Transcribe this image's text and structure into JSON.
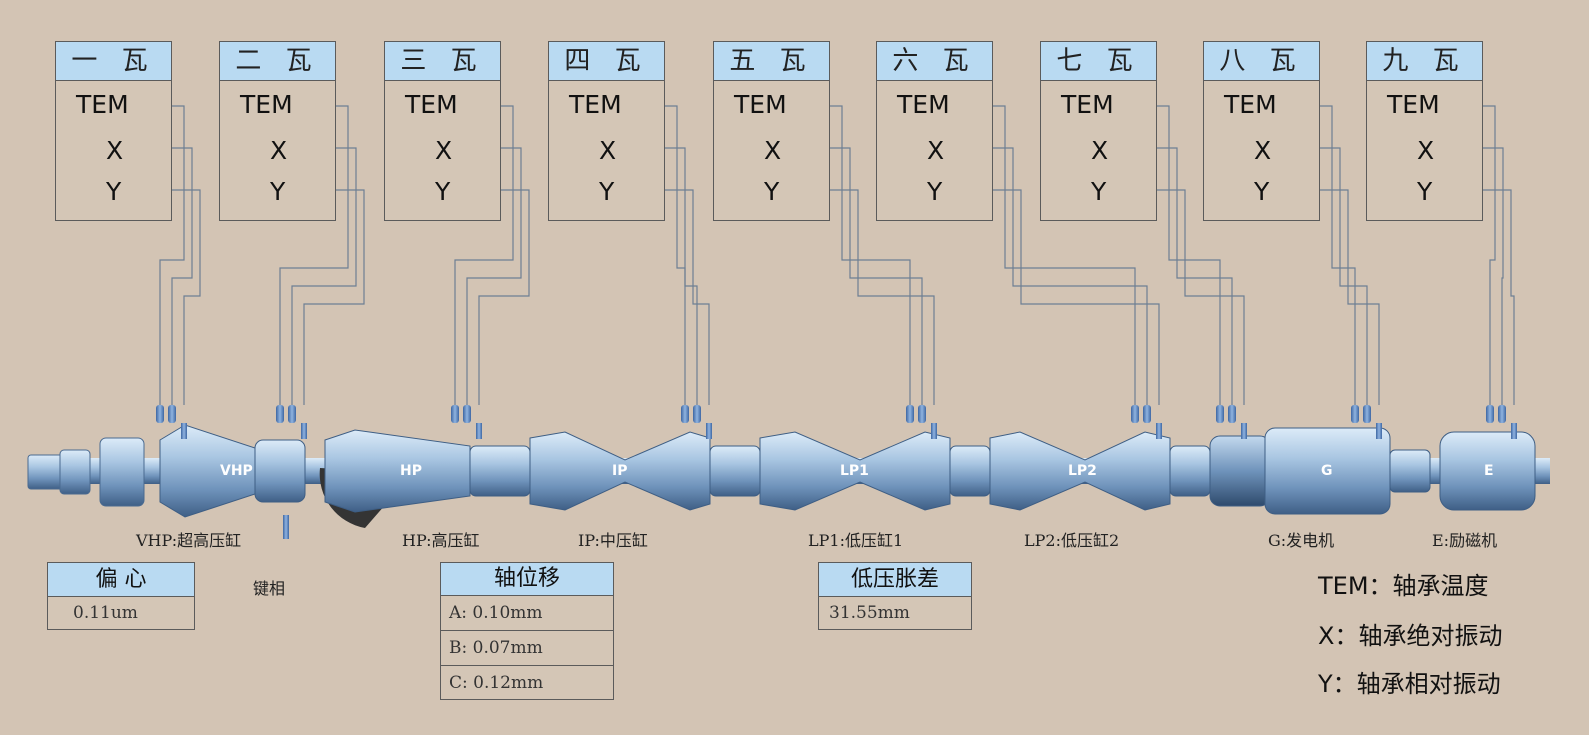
{
  "bearings": [
    {
      "title": "一 瓦",
      "tem": "TEM",
      "x": "X",
      "y": "Y"
    },
    {
      "title": "二 瓦",
      "tem": "TEM",
      "x": "X",
      "y": "Y"
    },
    {
      "title": "三 瓦",
      "tem": "TEM",
      "x": "X",
      "y": "Y"
    },
    {
      "title": "四 瓦",
      "tem": "TEM",
      "x": "X",
      "y": "Y"
    },
    {
      "title": "五 瓦",
      "tem": "TEM",
      "x": "X",
      "y": "Y"
    },
    {
      "title": "六 瓦",
      "tem": "TEM",
      "x": "X",
      "y": "Y"
    },
    {
      "title": "七 瓦",
      "tem": "TEM",
      "x": "X",
      "y": "Y"
    },
    {
      "title": "八 瓦",
      "tem": "TEM",
      "x": "X",
      "y": "Y"
    },
    {
      "title": "九 瓦",
      "tem": "TEM",
      "x": "X",
      "y": "Y"
    }
  ],
  "shaft_labels": {
    "vhp": "VHP",
    "hp": "HP",
    "ip": "IP",
    "lp1": "LP1",
    "lp2": "LP2",
    "g": "G",
    "e": "E"
  },
  "section_labels": {
    "vhp": "VHP:超高压缸",
    "hp": "HP:高压缸",
    "ip": "IP:中压缸",
    "lp1": "LP1:低压缸1",
    "lp2": "LP2:低压缸2",
    "g": "G:发电机",
    "e": "E:励磁机"
  },
  "key_phase": "键相",
  "eccentricity": {
    "title": "偏  心",
    "value": "0.11um"
  },
  "axial": {
    "title": "轴位移",
    "a": "A: 0.10mm",
    "b": "B: 0.07mm",
    "c": "C: 0.12mm"
  },
  "lp_diff": {
    "title": "低压胀差",
    "value": "31.55mm"
  },
  "legend": {
    "tem": "TEM：轴承温度",
    "x": "X：轴承绝对振动",
    "y": "Y：轴承相对振动"
  },
  "colors": {
    "background": "#d3c4b4",
    "header": "#b9daf2",
    "shaft": "#7da3c9",
    "wire": "#6d7f93"
  }
}
